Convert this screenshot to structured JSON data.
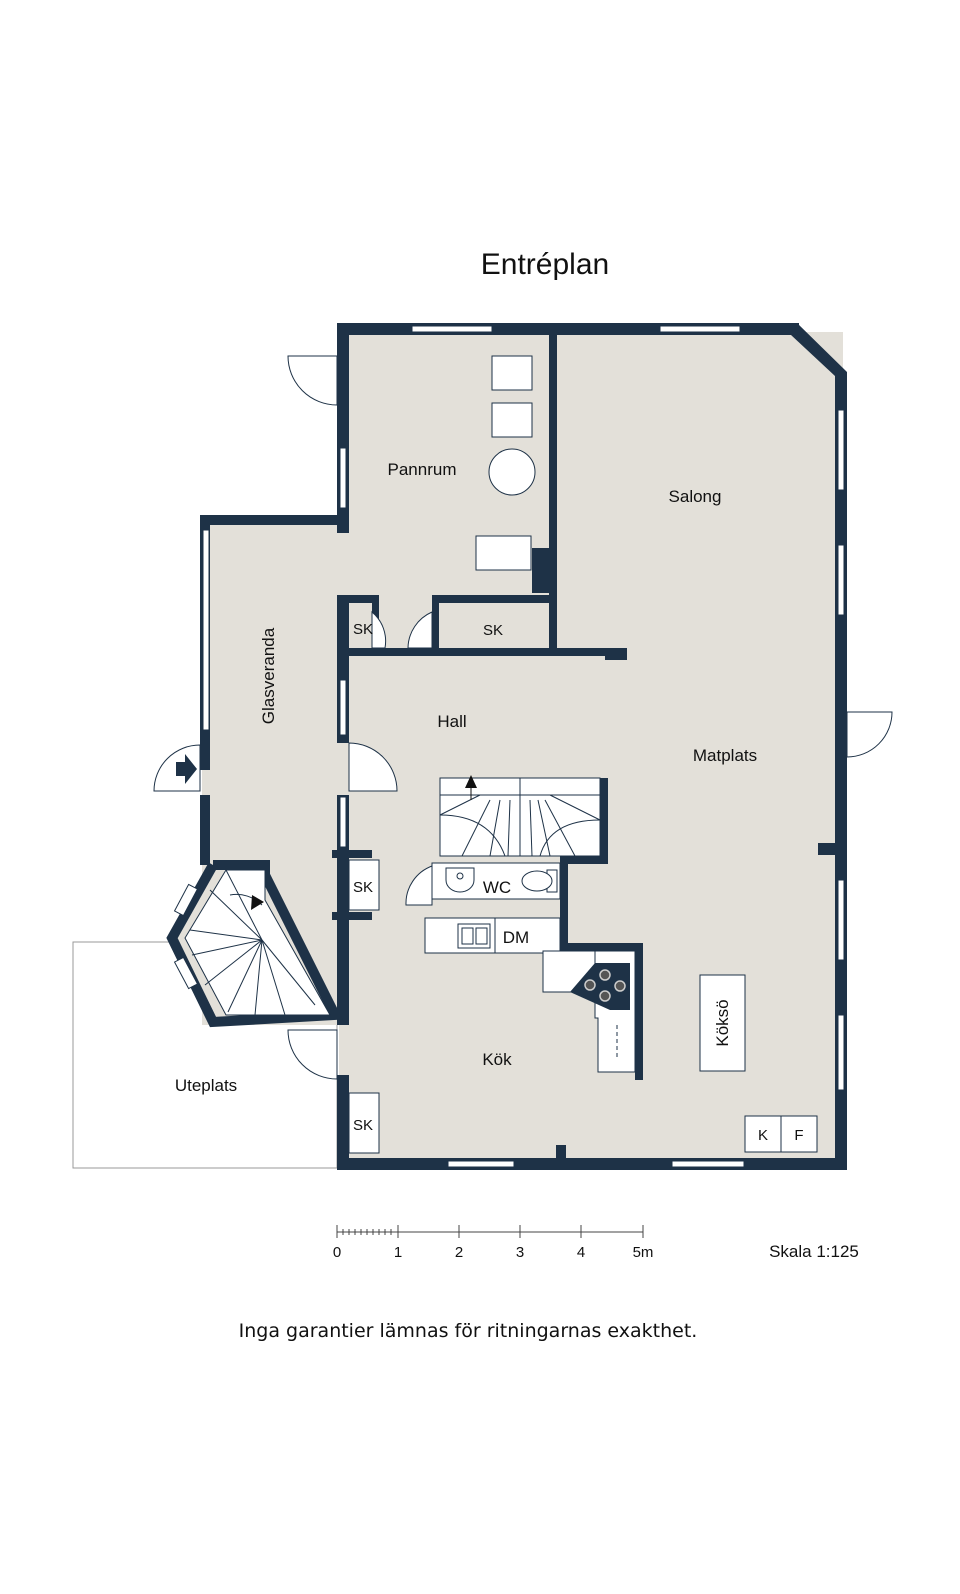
{
  "title": "Entréplan",
  "rooms": {
    "pannrum": "Pannrum",
    "salong": "Salong",
    "glasveranda": "Glasveranda",
    "hall": "Hall",
    "matplats": "Matplats",
    "wc": "WC",
    "dm": "DM",
    "kok": "Kök",
    "koksö": "Köksö",
    "uteplats": "Uteplats"
  },
  "closets": {
    "sk_hall_left": "SK",
    "sk_hall_right": "SK",
    "sk_veranda": "SK",
    "sk_kok": "SK",
    "k": "K",
    "f": "F"
  },
  "scale_bar": {
    "ticks": [
      "0",
      "1",
      "2",
      "3",
      "4",
      "5m"
    ],
    "label": "Skala 1:125"
  },
  "disclaimer": "Inga garantier lämnas för ritningarnas exakthet.",
  "colors": {
    "wall": "#1e3247",
    "floor": "#e3e0d9",
    "background": "#ffffff"
  }
}
